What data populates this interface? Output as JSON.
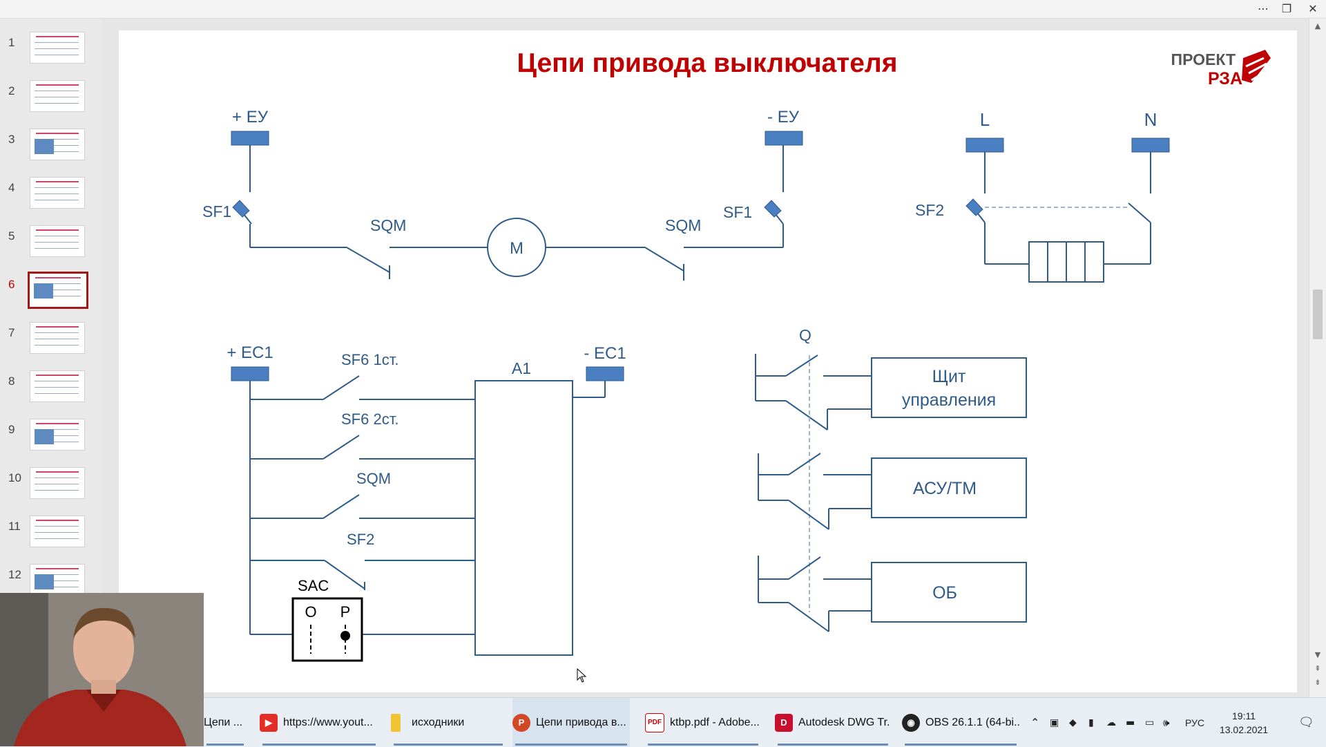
{
  "slides": {
    "numbers": [
      "1",
      "2",
      "3",
      "4",
      "5",
      "6",
      "7",
      "8",
      "9",
      "10",
      "11",
      "12"
    ],
    "active_index": 6
  },
  "slide": {
    "title": "Цепи привода выключателя",
    "logo_line1": "ПРОЕКТ",
    "logo_line2": "РЗА",
    "motor_circuit": {
      "left_bus": "+ ЕУ",
      "right_bus": "- ЕУ",
      "left_breaker": "SF1",
      "right_breaker": "SF1",
      "left_switch": "SQM",
      "right_switch": "SQM",
      "motor": "M"
    },
    "heater_circuit": {
      "phase": "L",
      "neutral": "N",
      "breaker": "SF2"
    },
    "control_circuit": {
      "left_bus": "+ ЕС1",
      "right_bus": "- ЕС1",
      "block": "А1",
      "contacts": [
        "SF6 1ст.",
        "SF6 2ст.",
        "SQM",
        "SF2"
      ],
      "selector": "SAC",
      "selector_o": "О",
      "selector_r": "Р"
    },
    "aux_contacts": {
      "label": "Q",
      "outputs": [
        "Щит",
        "управления",
        "АСУ/ТМ",
        "ОБ"
      ]
    }
  },
  "taskbar": {
    "items": [
      "Цепи ...",
      "https://www.yout...",
      "исходники",
      "Цепи привода в...",
      "ktbp.pdf - Adobe...",
      "Autodesk DWG Tr...",
      "OBS 26.1.1 (64-bi..."
    ],
    "language": "РУС",
    "time": "19:11",
    "date": "13.02.2021"
  },
  "colors": {
    "title": "#c00000",
    "circuit": "#2e5b8a",
    "terminal": "#4a7fc1",
    "taskbar": "#e9eef4"
  }
}
